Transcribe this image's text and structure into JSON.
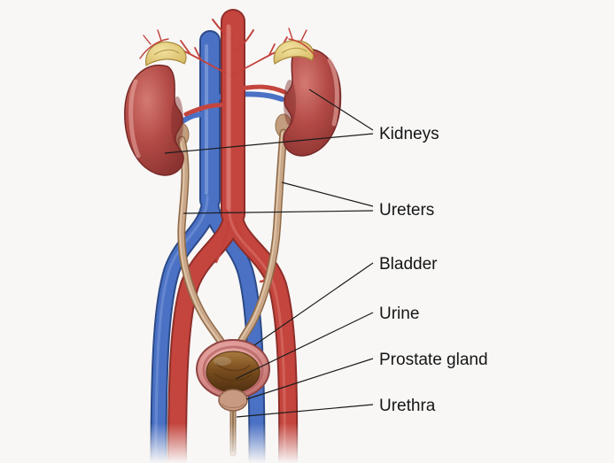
{
  "diagram": {
    "subject": "Human urinary system anatomy diagram",
    "background": "#f8f7f6",
    "labels": [
      {
        "id": "kidneys",
        "text": "Kidneys"
      },
      {
        "id": "ureters",
        "text": "Ureters"
      },
      {
        "id": "bladder",
        "text": "Bladder"
      },
      {
        "id": "urine",
        "text": "Urine"
      },
      {
        "id": "prostate",
        "text": "Prostate gland"
      },
      {
        "id": "urethra",
        "text": "Urethra"
      }
    ],
    "colors": {
      "kidney": "#b34a46",
      "adrenal_gland": "#e8d084",
      "artery": "#c4453e",
      "vein": "#4a71c4",
      "ureter": "#c9a788",
      "bladder_wall": "#d98f8c",
      "urine": "#7a4d1e",
      "prostate": "#c99a82",
      "urethra": "#caa98a",
      "leader_line": "#1c1c1c",
      "label_text": "#151515"
    }
  }
}
